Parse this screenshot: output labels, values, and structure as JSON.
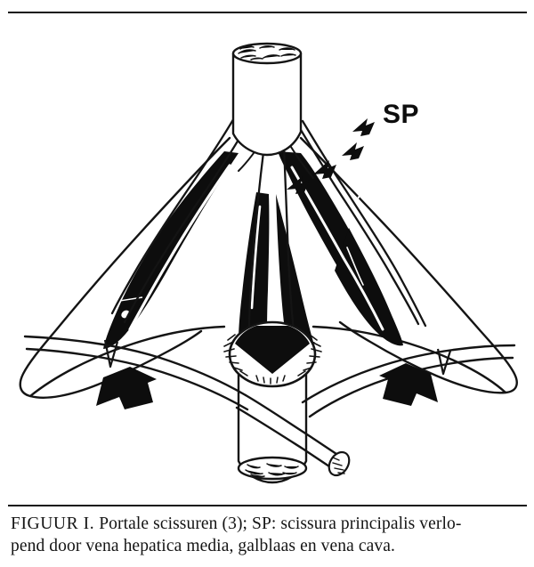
{
  "figure": {
    "label_sp": "SP",
    "title_alt": "Portale scissuren van de lever met scissura principalis",
    "elements": {
      "vena_cava_top": "vena-cava-superior-stomp",
      "vena_cava_bottom": "vena-cava-inferior-stomp",
      "gallbladder": "galblaas",
      "left_scissure": "linker-portale-scissuur",
      "middle_scissure": "middelste-portale-scissuur",
      "right_scissure": "rechter-portale-scissuur",
      "arrow_left": "blokpijl-linksonder",
      "arrow_right": "blokpijl-rechtsonder",
      "sp_arrowheads": "sp-pijlpunten"
    },
    "colors": {
      "ink": "#141414",
      "fill": "#0d0d0d",
      "paper": "#ffffff"
    }
  },
  "caption": {
    "figure_label": "FIGUUR I.",
    "line1": " Portale scissuren (3); SP: scissura principalis verlo-",
    "line2": "pend door vena hepatica media, galblaas en vena cava.",
    "full_text": "FIGUUR I. Portale scissuren (3); SP: scissura principalis verlopend door vena hepatica media, galblaas en vena cava."
  }
}
